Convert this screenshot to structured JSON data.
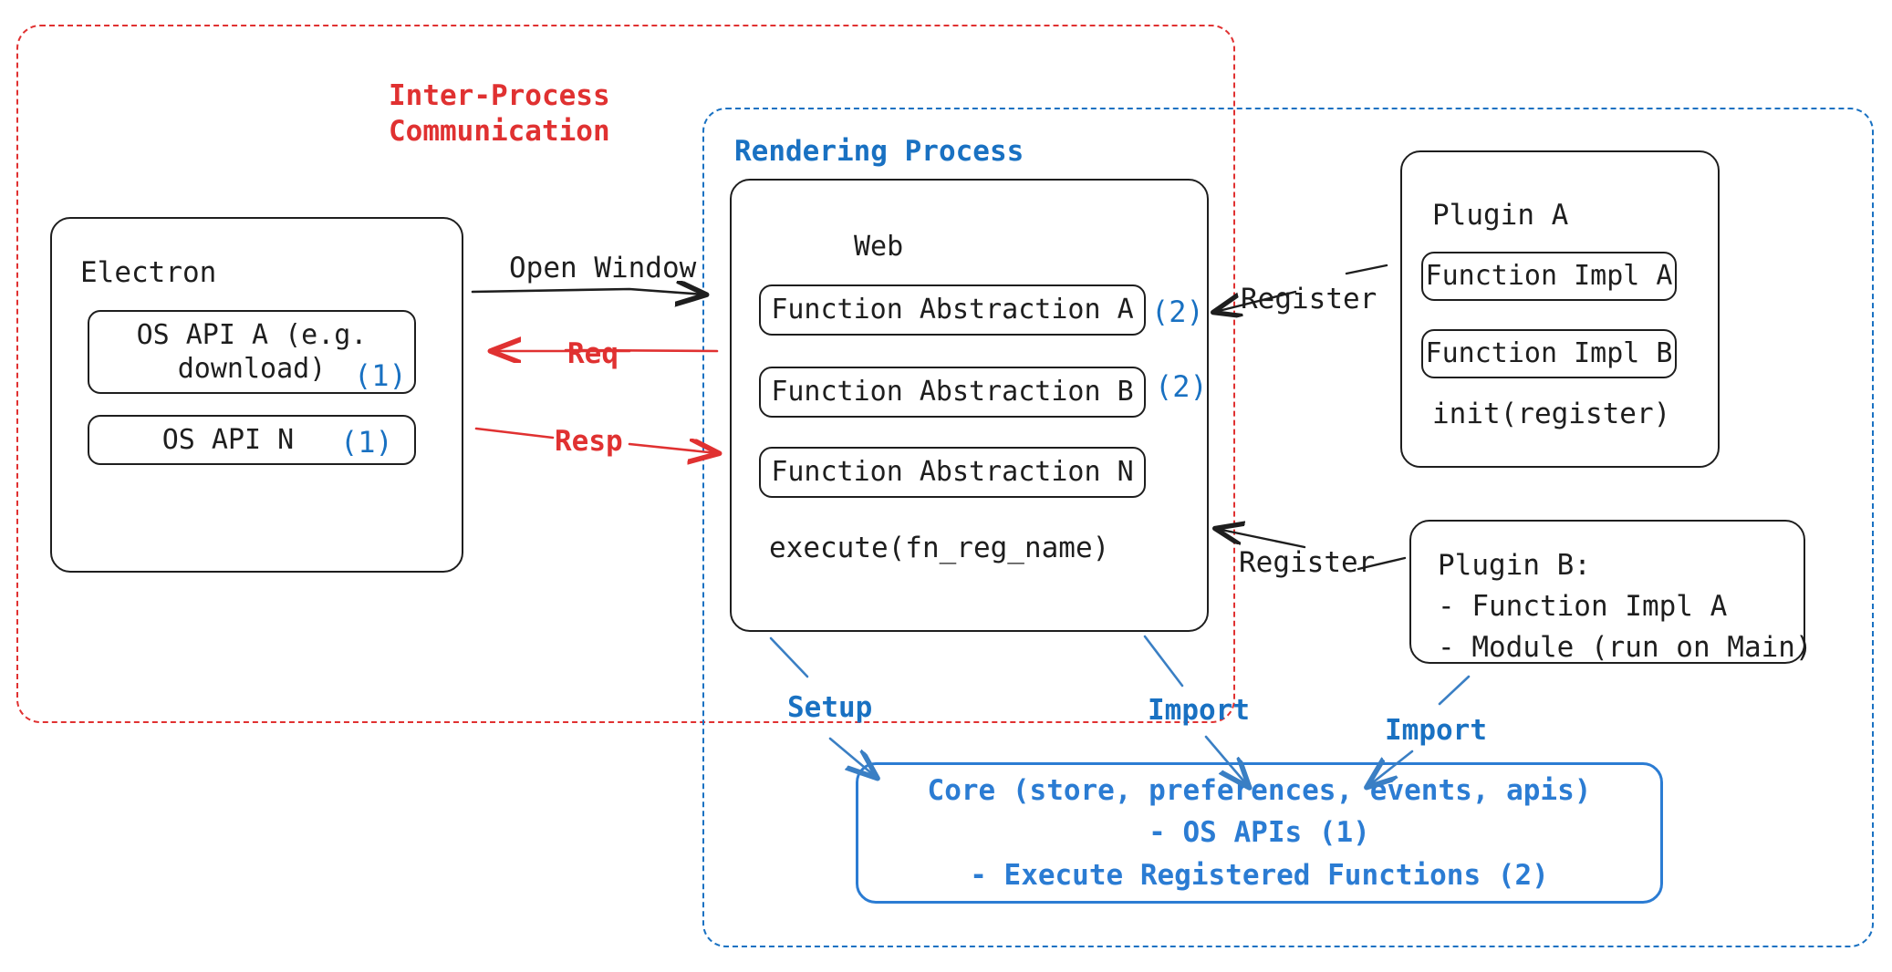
{
  "diagram": {
    "title": "Electron plugin architecture",
    "colors": {
      "ink": "#1e1e1e",
      "red": "#e03131",
      "blue": "#1971c2",
      "core_blue": "#2b7cd3"
    }
  },
  "containers": {
    "ipc": {
      "label": "Inter-Process\nCommunication",
      "style": "dashed-red"
    },
    "rendering": {
      "label": "Rendering Process",
      "style": "dashed-blue"
    }
  },
  "electron": {
    "title": "Electron",
    "apis": [
      {
        "label": "OS API A (e.g.\ndownload)",
        "marker": "(1)"
      },
      {
        "label": "OS API N",
        "marker": "(1)"
      }
    ]
  },
  "web": {
    "title": "Web",
    "abstractions": [
      {
        "label": "Function Abstraction A",
        "marker": "(2)"
      },
      {
        "label": "Function Abstraction B",
        "marker": "(2)"
      },
      {
        "label": "Function Abstraction N",
        "marker": ""
      }
    ],
    "footer": "execute(fn_reg_name)"
  },
  "plugin_a": {
    "title": "Plugin A",
    "functions": [
      {
        "label": "Function Impl A"
      },
      {
        "label": "Function Impl B"
      }
    ],
    "footer": "init(register)"
  },
  "plugin_b": {
    "lines": "Plugin B:\n- Function Impl A\n- Module (run on Main)"
  },
  "core": {
    "text": "Core (store, preferences, events, apis)\n- OS APIs (1)\n- Execute Registered Functions (2)"
  },
  "arrows": {
    "open_window": "Open Window",
    "req": "Req",
    "resp": "Resp",
    "register_a": "Register",
    "register_b": "Register",
    "setup": "Setup",
    "import_web": "Import",
    "import_plugin_b": "Import"
  }
}
